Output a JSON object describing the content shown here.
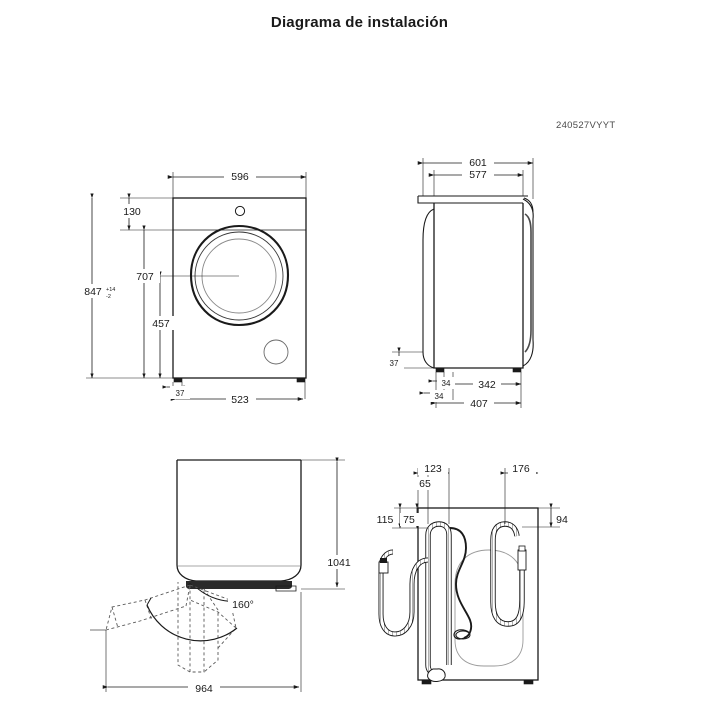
{
  "page": {
    "title": "Diagrama de instalación",
    "drawing_code": "240527VYYT",
    "background_color": "#ffffff",
    "line_color": "#1a1a1a"
  },
  "views": {
    "front": {
      "name": "front-view",
      "dimensions": {
        "width_total": "596",
        "panel_height": "130",
        "door_center_height": "707",
        "total_height": "847",
        "tolerance_upper": "+14",
        "tolerance_lower": "-2",
        "door_axis_height": "457",
        "foot_offset": "37",
        "feet_span": "523"
      }
    },
    "side": {
      "name": "side-view",
      "dimensions": {
        "depth_with_door": "601",
        "depth_body": "577",
        "rear_foot_offset": "37",
        "foot_inset_a": "34",
        "foot_inset_b": "34",
        "feet_span": "342",
        "depth_base": "407"
      }
    },
    "door_swing": {
      "name": "door-swing-view",
      "dimensions": {
        "depth_open": "1041",
        "width_open": "964",
        "door_angle": "160°"
      }
    },
    "rear": {
      "name": "rear-view",
      "dimensions": {
        "inlet_offset_outer": "123",
        "inlet_offset_inner": "65",
        "drain_offset": "176",
        "height_outer": "115",
        "height_inner": "75",
        "drain_height": "94"
      }
    }
  }
}
